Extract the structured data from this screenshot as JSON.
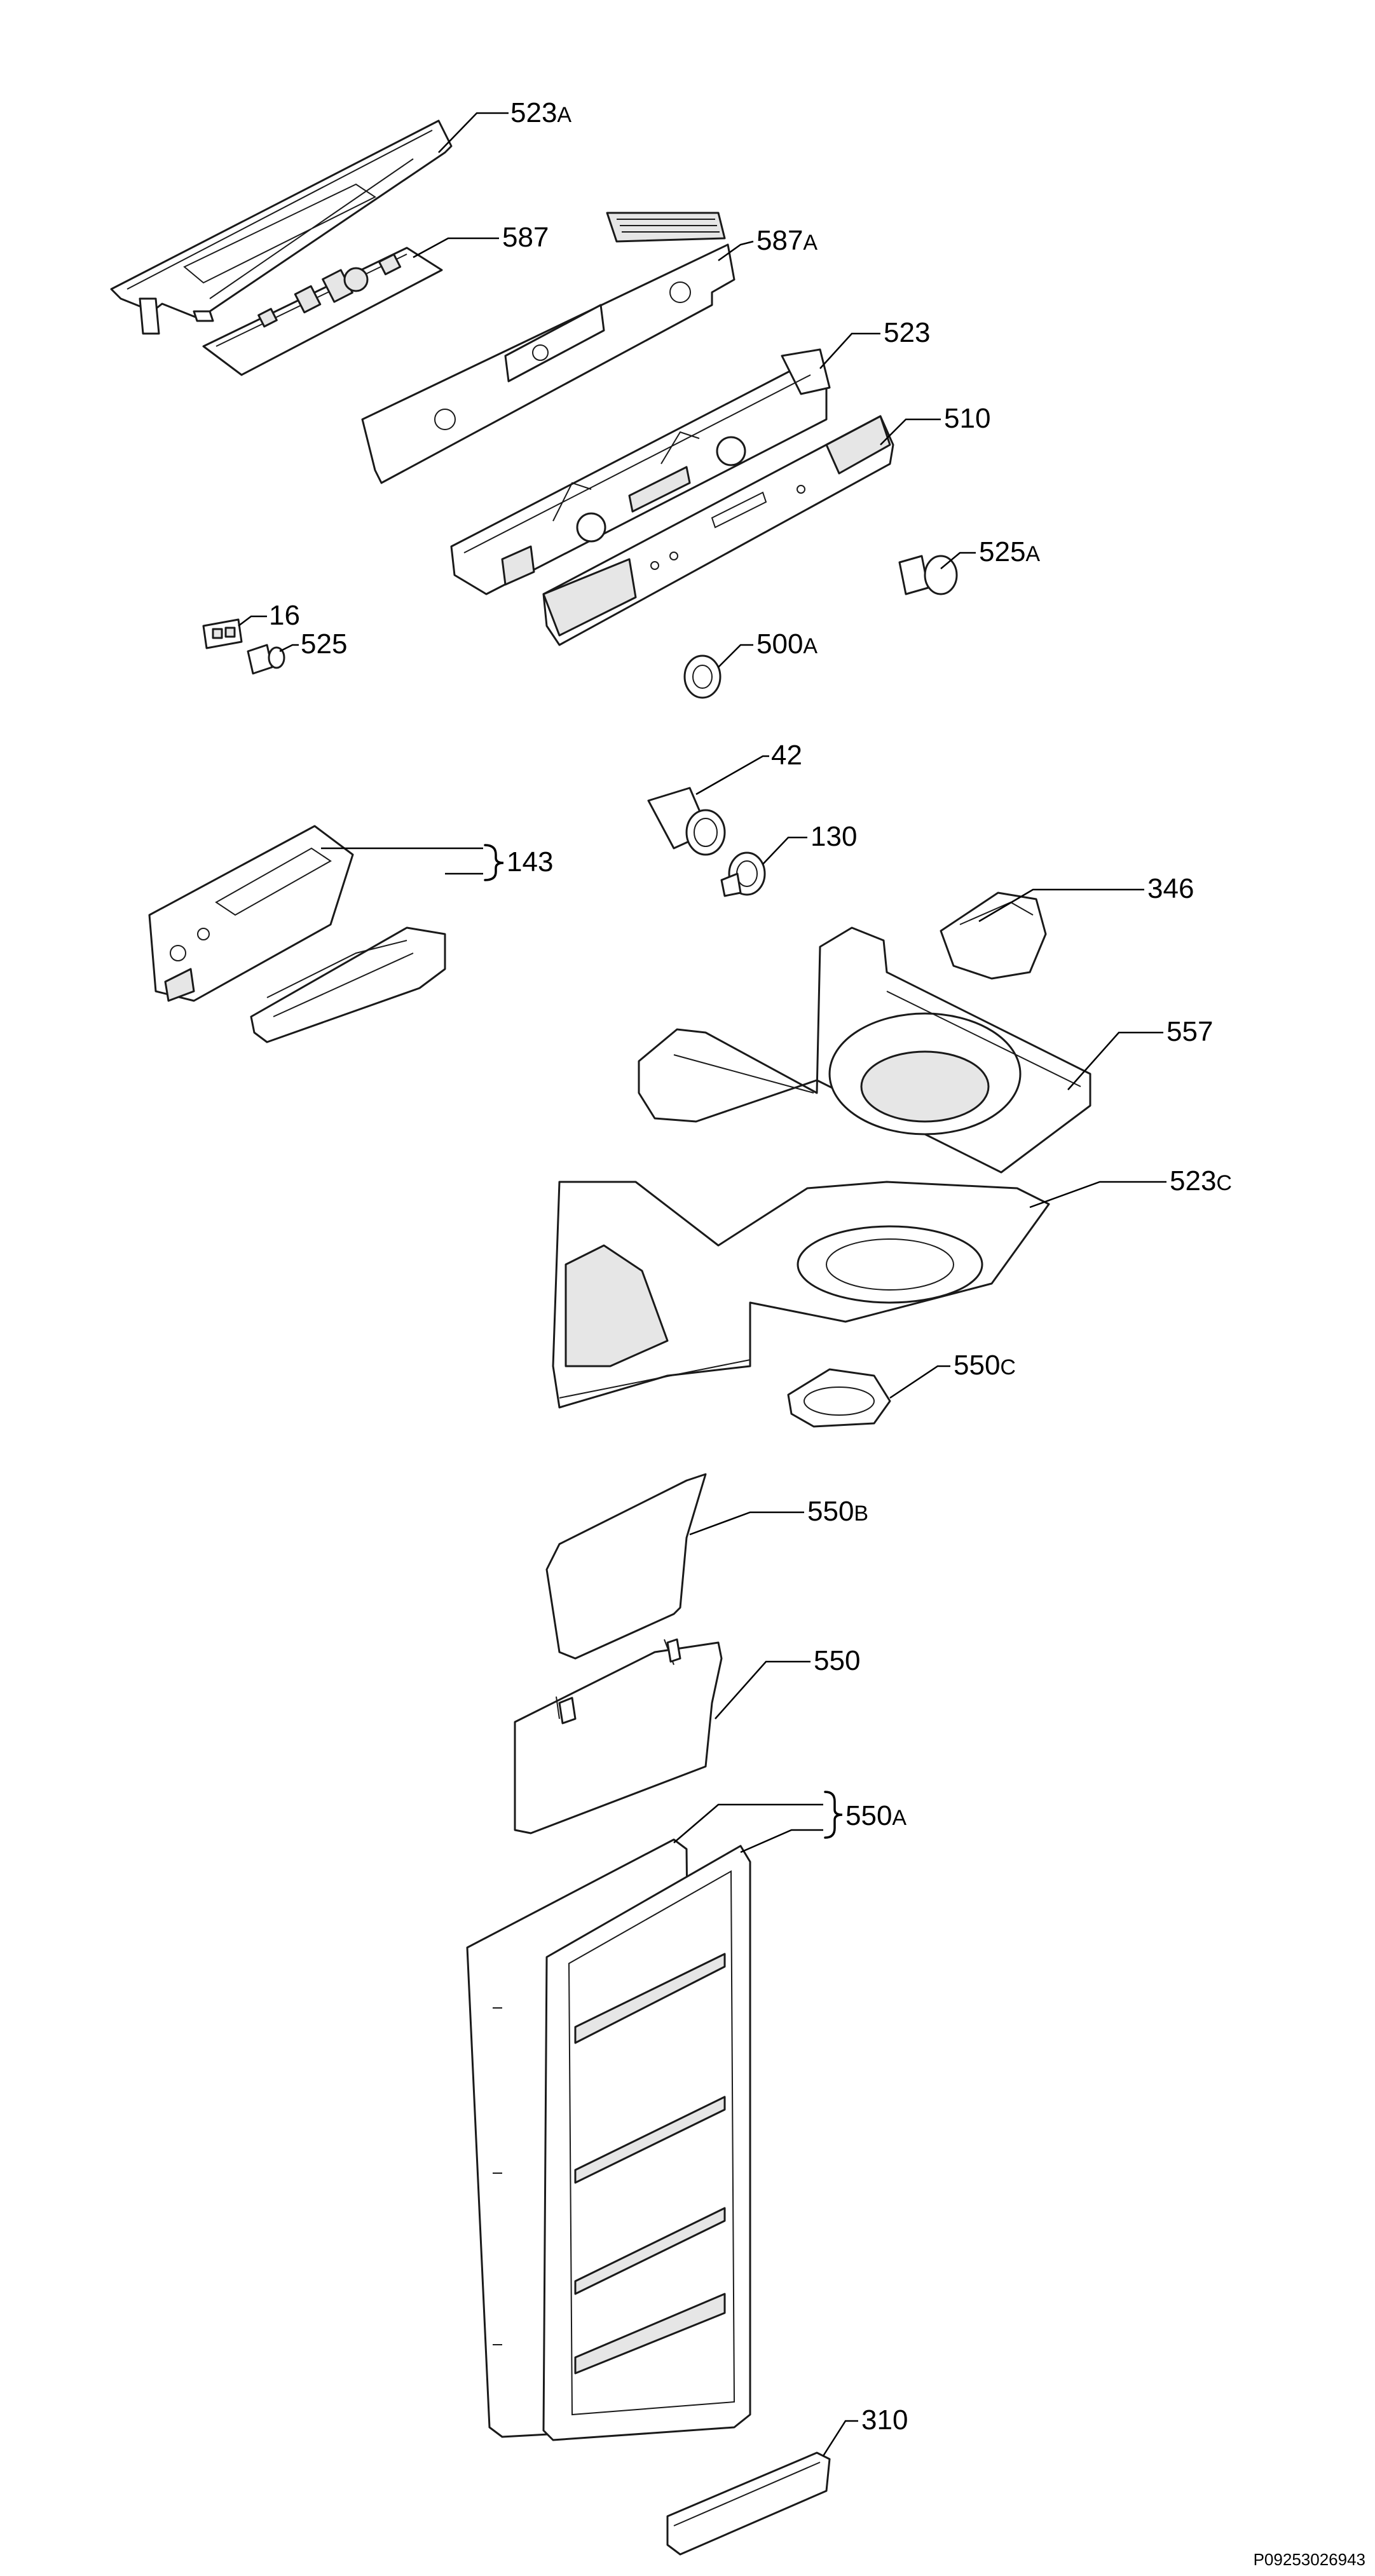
{
  "callouts": {
    "c523a": {
      "num": "523",
      "suffix": "A"
    },
    "c587": {
      "num": "587",
      "suffix": ""
    },
    "c587a": {
      "num": "587",
      "suffix": "A"
    },
    "c523": {
      "num": "523",
      "suffix": ""
    },
    "c510": {
      "num": "510",
      "suffix": ""
    },
    "c525a": {
      "num": "525",
      "suffix": "A"
    },
    "c16": {
      "num": "16",
      "suffix": ""
    },
    "c525": {
      "num": "525",
      "suffix": ""
    },
    "c500a": {
      "num": "500",
      "suffix": "A"
    },
    "c42": {
      "num": "42",
      "suffix": ""
    },
    "c130": {
      "num": "130",
      "suffix": ""
    },
    "c143": {
      "num": "143",
      "suffix": ""
    },
    "c346": {
      "num": "346",
      "suffix": ""
    },
    "c557": {
      "num": "557",
      "suffix": ""
    },
    "c523c": {
      "num": "523",
      "suffix": "C"
    },
    "c550c": {
      "num": "550",
      "suffix": "C"
    },
    "c550b": {
      "num": "550",
      "suffix": "B"
    },
    "c550": {
      "num": "550",
      "suffix": ""
    },
    "c550a": {
      "num": "550",
      "suffix": "A"
    },
    "c310": {
      "num": "310",
      "suffix": ""
    }
  },
  "drawing_id": "P09253026943"
}
